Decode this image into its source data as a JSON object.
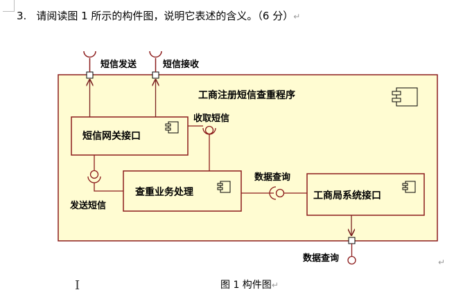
{
  "question": {
    "number": "3.",
    "text": "请阅读图 1 所示的构件图，说明它表述的含义。（6 分）",
    "return_mark": "↵"
  },
  "diagram": {
    "outer_label": "工商注册短信查重程序",
    "components": {
      "gateway": "短信网关接口",
      "business": "查重业务处理",
      "bureau": "工商局系统接口"
    },
    "interfaces": {
      "send_sms_top": "短信发送",
      "receive_sms_top": "短信接收",
      "fetch_sms": "收取短信",
      "send_sms": "发送短信",
      "data_query_mid": "数据查询",
      "data_query_bottom": "数据查询"
    }
  },
  "caption": "图 1 构件图",
  "caption_mark": "↵",
  "trailing_mark": "↵",
  "cursor": "I"
}
